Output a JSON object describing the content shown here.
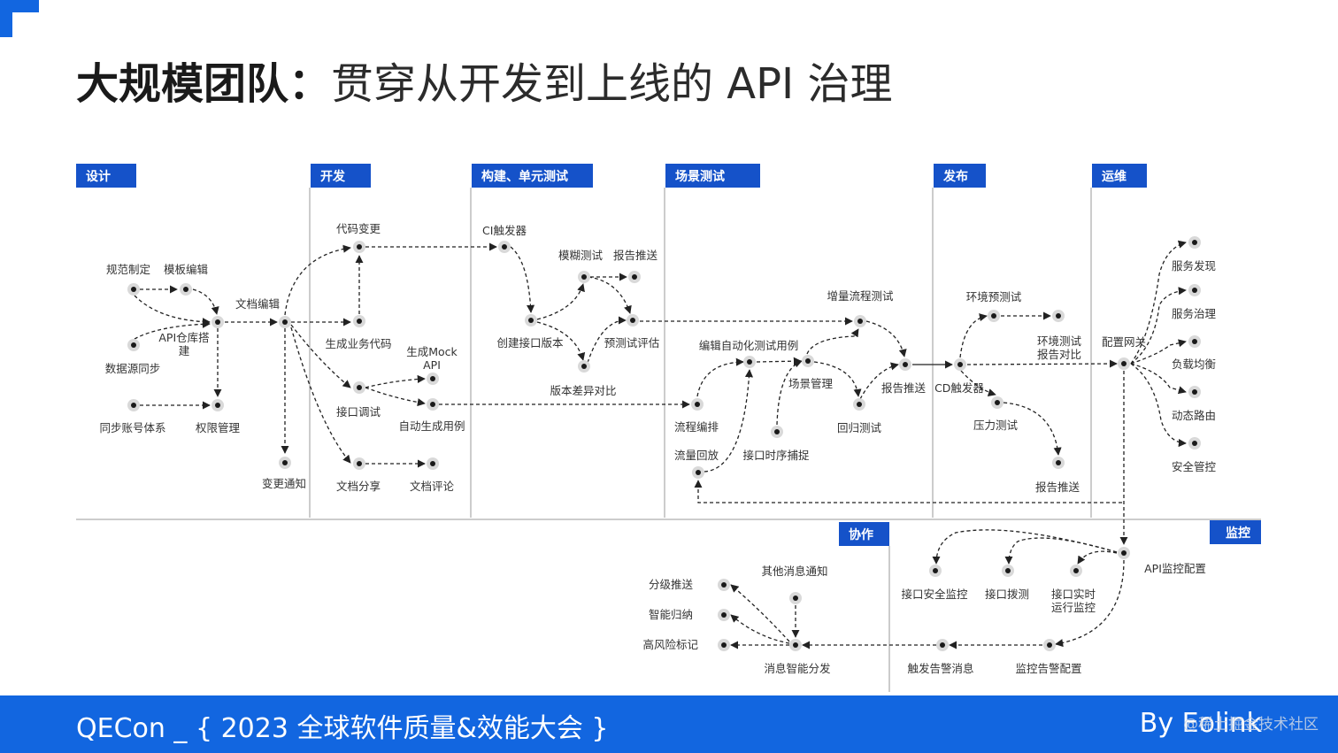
{
  "header": {
    "title_bold": "大规模团队：",
    "title_rest": "贯穿从开发到上线的 API 治理"
  },
  "stages": {
    "design": "设计",
    "develop": "开发",
    "build": "构建、单元测试",
    "scenario": "场景测试",
    "release": "发布",
    "ops": "运维",
    "collab": "协作",
    "monitor": "监控"
  },
  "nodes": {
    "spec": "规范制定",
    "template": "模板编辑",
    "datasource": "数据源同步",
    "repo_l1": "API仓库搭",
    "repo_l2": "建",
    "account": "同步账号体系",
    "perm": "权限管理",
    "docedit": "文档编辑",
    "notify": "变更通知",
    "codechange": "代码变更",
    "genbiz": "生成业务代码",
    "mock_l1": "生成Mock",
    "mock_l2": "API",
    "debug": "接口调试",
    "autocase": "自动生成用例",
    "docshare": "文档分享",
    "doccomment": "文档评论",
    "ci": "CI触发器",
    "fuzz": "模糊测试",
    "report1": "报告推送",
    "createver": "创建接口版本",
    "pretest": "预测试评估",
    "diffver": "版本差异对比",
    "incflow": "增量流程测试",
    "editcase": "编辑自动化测试用例",
    "scene": "场景管理",
    "regress": "回归测试",
    "report2": "报告推送",
    "flow": "流程编排",
    "replay": "流量回放",
    "seqcap": "接口时序捕捉",
    "cd": "CD触发器",
    "envpre": "环境预测试",
    "envrep_l1": "环境测试",
    "envrep_l2": "报告对比",
    "stress": "压力测试",
    "report3": "报告推送",
    "gateway": "配置网关",
    "discover": "服务发现",
    "govern": "服务治理",
    "lb": "负载均衡",
    "route": "动态路由",
    "secctl": "安全管控",
    "apimon": "API监控配置",
    "secmon": "接口安全监控",
    "probe": "接口拨测",
    "rt_l1": "接口实时",
    "rt_l2": "运行监控",
    "alarmcfg": "监控告警配置",
    "alarmmsg": "触发告警消息",
    "dispatch": "消息智能分发",
    "othermsg": "其他消息通知",
    "tier": "分级推送",
    "induce": "智能归纳",
    "risk": "高风险标记"
  },
  "footer": {
    "left": "QECon _ { 2023 全球软件质量&效能大会 }",
    "right": "By Eolink",
    "watermark": "@稀土掘金技术社区"
  },
  "colors": {
    "brand": "#1266e0",
    "stage_tag": "#1552c9"
  }
}
